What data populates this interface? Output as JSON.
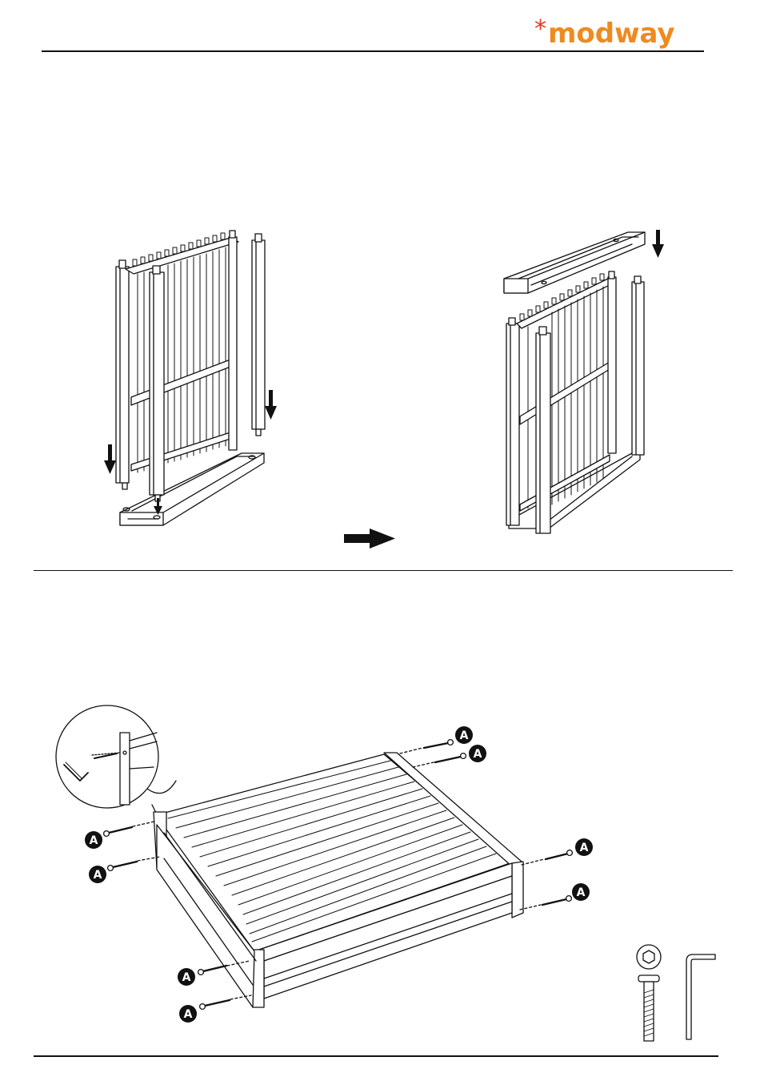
{
  "brand": {
    "name": "modway",
    "star": "*",
    "color": "#ef8a1f",
    "star_color": "#e5362b"
  },
  "hardware": {
    "bolt_label": "A",
    "icons": [
      "hex-bolt-icon",
      "allen-key-icon"
    ]
  },
  "steps": [
    {
      "name": "step-attach-side-panel-legs",
      "arrow": "arrow-right-icon"
    },
    {
      "name": "step-bolt-frame"
    }
  ]
}
